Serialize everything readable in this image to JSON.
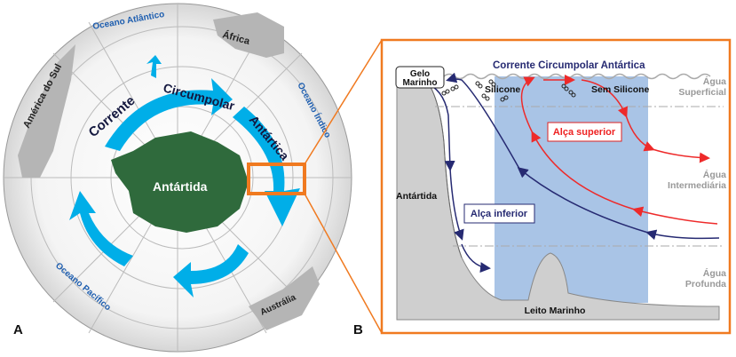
{
  "panel_a": {
    "letter": "A",
    "labels": {
      "atlantic": "Oceano Atlântico",
      "africa": "África",
      "south_america": "América do Sul",
      "indian": "Oceano Índico",
      "pacific": "Oceano Pacífico",
      "australia": "Austrália",
      "antarctica": "Antártida",
      "current_1": "Corrente",
      "current_2": "Circumpolar",
      "current_3": "Antártica"
    }
  },
  "panel_b": {
    "letter": "B",
    "labels": {
      "current": "Corrente Circumpolar Antártica",
      "sea_ice_1": "Gelo",
      "sea_ice_2": "Marinho",
      "silicone": "Silicone",
      "no_silicone": "Sem Silicone",
      "surface_water_1": "Água",
      "surface_water_2": "Superficial",
      "upper_loop": "Alça superior",
      "intermediate_water_1": "Água",
      "intermediate_water_2": "Intermediária",
      "antarctica": "Antártida",
      "lower_loop": "Alça inferior",
      "deep_water_1": "Água",
      "deep_water_2": "Profunda",
      "seabed": "Leito Marinho"
    }
  },
  "colors": {
    "current_arrow": "#00aee8",
    "land": "#2f6a3c",
    "continent_gray": "#b5b5b5",
    "ocean_label": "#1f5fb0",
    "highlight": "#f07a20",
    "upper_loop": "#ee2a2a",
    "lower_loop": "#262a72",
    "band": "#a9c4e6"
  }
}
